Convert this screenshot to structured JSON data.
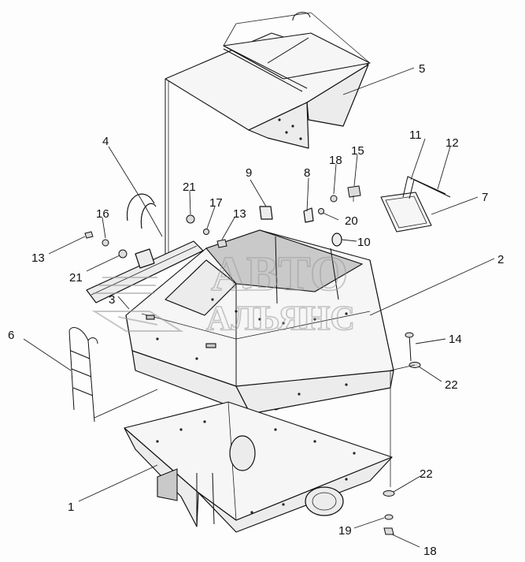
{
  "watermark": {
    "line1": "АВТО",
    "line2": "АЛЬЯНС"
  },
  "callouts": [
    {
      "id": "c1",
      "label": "1"
    },
    {
      "id": "c2",
      "label": "2"
    },
    {
      "id": "c3",
      "label": "3"
    },
    {
      "id": "c4",
      "label": "4"
    },
    {
      "id": "c5",
      "label": "5"
    },
    {
      "id": "c6",
      "label": "6"
    },
    {
      "id": "c7",
      "label": "7"
    },
    {
      "id": "c8",
      "label": "8"
    },
    {
      "id": "c9",
      "label": "9"
    },
    {
      "id": "c10",
      "label": "10"
    },
    {
      "id": "c11",
      "label": "11"
    },
    {
      "id": "c12",
      "label": "12"
    },
    {
      "id": "c13a",
      "label": "13"
    },
    {
      "id": "c13b",
      "label": "13"
    },
    {
      "id": "c14",
      "label": "14"
    },
    {
      "id": "c15",
      "label": "15"
    },
    {
      "id": "c16",
      "label": "16"
    },
    {
      "id": "c17",
      "label": "17"
    },
    {
      "id": "c18a",
      "label": "18"
    },
    {
      "id": "c18b",
      "label": "18"
    },
    {
      "id": "c19",
      "label": "19"
    },
    {
      "id": "c20",
      "label": "20"
    },
    {
      "id": "c21a",
      "label": "21"
    },
    {
      "id": "c21b",
      "label": "21"
    },
    {
      "id": "c22a",
      "label": "22"
    },
    {
      "id": "c22b",
      "label": "22"
    }
  ]
}
